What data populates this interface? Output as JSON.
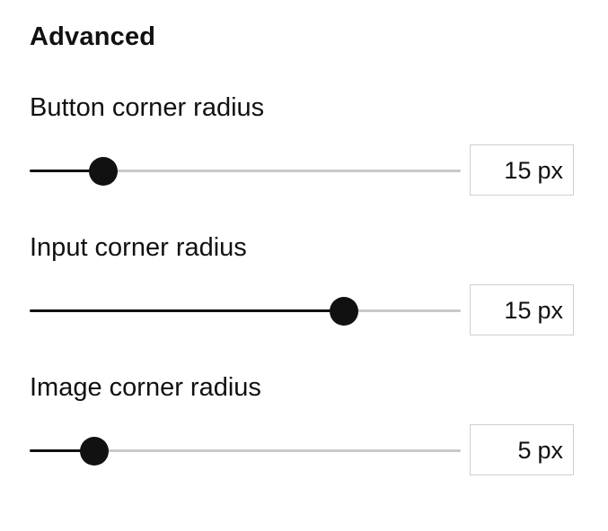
{
  "section": {
    "title": "Advanced"
  },
  "settings": [
    {
      "label": "Button corner radius",
      "value": "15",
      "unit": "px",
      "slider_fraction": 0.17
    },
    {
      "label": "Input corner radius",
      "value": "15",
      "unit": "px",
      "slider_fraction": 0.73
    },
    {
      "label": "Image corner radius",
      "value": "5",
      "unit": "px",
      "slider_fraction": 0.15
    }
  ],
  "colors": {
    "active_track": "#111111",
    "inactive_track": "#c9c9c9",
    "thumb": "#111111",
    "input_border": "#cfcfcf"
  }
}
